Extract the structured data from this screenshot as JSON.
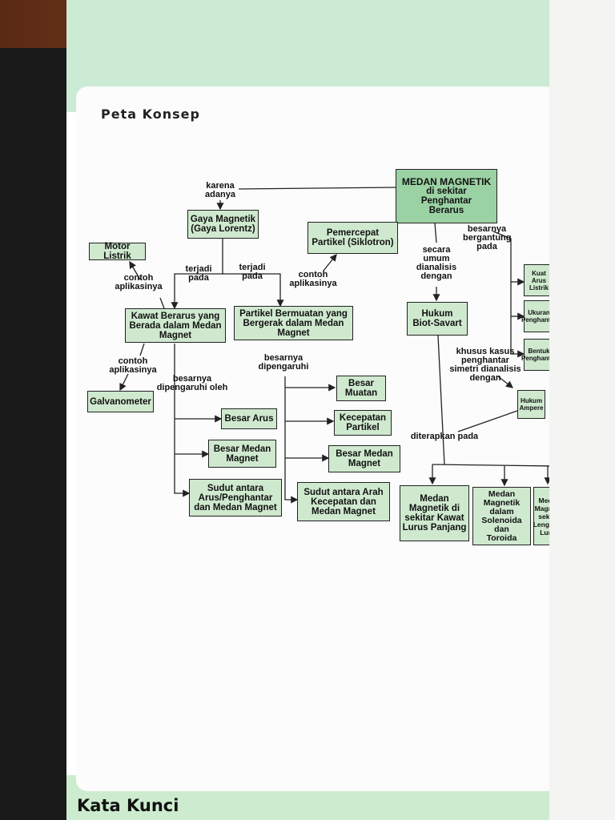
{
  "heading": "Peta Konsep",
  "footer": "Kata Kunci",
  "nodes": {
    "medan_magnetik": {
      "title": "MEDAN MAGNETIK",
      "sub": "di sekitar\nPenghantar\nBerarus"
    },
    "gaya_magnetik": "Gaya Magnetik\n(Gaya Lorentz)",
    "pemercepat": "Pemercepat\nPartikel (Siklotron)",
    "motor_listrik": "Motor Listrik",
    "kawat_berarus": "Kawat Berarus yang\nBerada dalam Medan\nMagnet",
    "partikel_bermuatan": "Partikel Bermuatan yang\nBergerak dalam Medan\nMagnet",
    "hukum_biot": "Hukum\nBiot-Savart",
    "galvanometer": "Galvanometer",
    "besar_arus": "Besar Arus",
    "besar_medan_1": "Besar Medan\nMagnet",
    "sudut_arus": "Sudut antara\nArus/Penghantar\ndan Medan Magnet",
    "besar_muatan": "Besar\nMuatan",
    "kecepatan_partikel": "Kecepatan\nPartikel",
    "besar_medan_2": "Besar Medan\nMagnet",
    "sudut_kecepatan": "Sudut antara Arah\nKecepatan dan\nMedan Magnet",
    "hukum_ampere": "Hukum\nAmpere",
    "kuat_arus": "Kuat Arus\nListrik",
    "ukuran_penghantar": "Ukuran\nPenghantar",
    "bentuk_penghantar": "Bentuk\nPenghantar",
    "medan_kawat_lurus": "Medan\nMagnetik di\nsekitar Kawat\nLurus Panjang",
    "medan_solenoida": "Medan\nMagnetik\ndalam\nSolenoida dan\nToroida",
    "medan_lengkung": "Medan\nMagnetik\nsekitar\nLengkung\nLurus"
  },
  "labels": {
    "karena_adanya": "karena\nadanya",
    "terjadi_pada_1": "terjadi\npada",
    "terjadi_pada_2": "terjadi\npada",
    "contoh_aplikasi_1": "contoh\naplikasinya",
    "contoh_aplikasi_2": "contoh\naplikasinya",
    "contoh_aplikasi_3": "contoh\naplikasinya",
    "secara_umum": "secara\numum\ndianalisis\ndengan",
    "besarnya_bergantung": "besarnya\nbergantung\npada",
    "besarnya_dipengaruhi_oleh": "besarnya\ndipengaruhi oleh",
    "besarnya_dipengaruhi": "besarnya\ndipengaruhi",
    "khusus_kasus": "khusus kasus\npenghantar\nsimetri dianalisis\ndengan",
    "diterapkan_pada": "diterapkan pada"
  }
}
